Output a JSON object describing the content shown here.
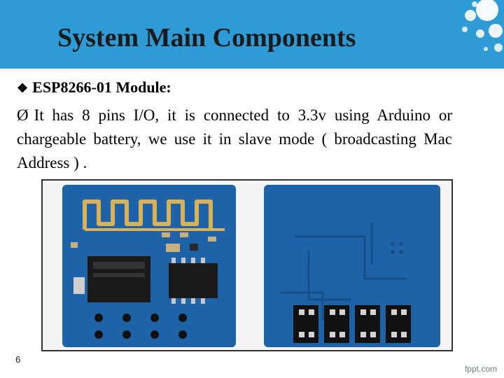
{
  "slide": {
    "title": "System Main Components",
    "subheading": "ESP8266-01 Module:",
    "subheading_bullet": "❖",
    "paragraph_marker": "Ø",
    "paragraph": "It has 8 pins I/O, it is connected to 3.3v using Arduino or chargeable battery, we use it in slave mode ( broadcasting Mac Address ) .",
    "page_number": "6",
    "brand": "fppt.com"
  },
  "colors": {
    "header_band": "#2f9bd6",
    "board_blue": "#1e63a8",
    "chip_black": "#1a1a1a",
    "antenna_gold": "#d8b25a"
  },
  "photo": {
    "icons": [
      "esp8266-module-front-photo",
      "esp8266-module-back-photo"
    ]
  }
}
